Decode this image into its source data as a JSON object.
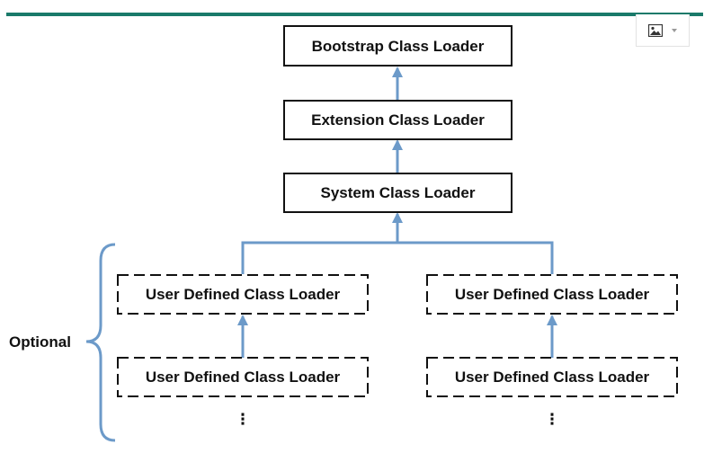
{
  "diagram": {
    "nodes": {
      "bootstrap": "Bootstrap Class Loader",
      "extension": "Extension Class Loader",
      "system": "System Class Loader",
      "user_left_1": "User Defined Class Loader",
      "user_right_1": "User Defined Class Loader",
      "user_left_2": "User Defined Class Loader",
      "user_right_2": "User Defined Class Loader"
    },
    "ellipsis_left": "⋮",
    "ellipsis_right": "⋮",
    "optional_label": "Optional",
    "colors": {
      "arrow": "#6c9ac9",
      "solid_border": "#111111",
      "dashed_border": "#111111",
      "top_bar": "#1a7a6a"
    }
  },
  "toolbar": {
    "image_icon": "image-icon",
    "caret_icon": "chevron-down-icon"
  }
}
